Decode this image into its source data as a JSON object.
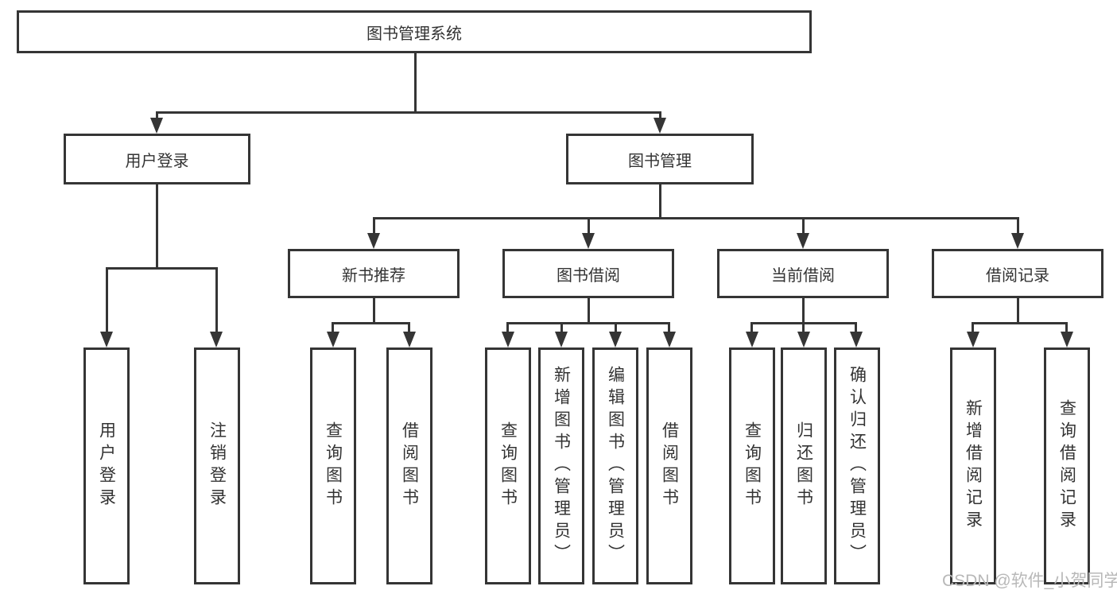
{
  "tree": {
    "root": {
      "label": "图书管理系统",
      "children": [
        {
          "label": "用户登录",
          "children": [
            {
              "label": "用户登录"
            },
            {
              "label": "注销登录"
            }
          ]
        },
        {
          "label": "图书管理",
          "children": [
            {
              "label": "新书推荐",
              "children": [
                {
                  "label": "查询图书"
                },
                {
                  "label": "借阅图书"
                }
              ]
            },
            {
              "label": "图书借阅",
              "children": [
                {
                  "label": "查询图书"
                },
                {
                  "label": "新增图书（管理员）"
                },
                {
                  "label": "编辑图书（管理员）"
                },
                {
                  "label": "借阅图书"
                }
              ]
            },
            {
              "label": "当前借阅",
              "children": [
                {
                  "label": "查询图书"
                },
                {
                  "label": "归还图书"
                },
                {
                  "label": "确认归还（管理员）"
                }
              ]
            },
            {
              "label": "借阅记录",
              "children": [
                {
                  "label": "新增借阅记录"
                },
                {
                  "label": "查询借阅记录"
                }
              ]
            }
          ]
        }
      ]
    }
  },
  "watermark": {
    "text": "CSDN @软件_小贺同学"
  },
  "colors": {
    "line": "#353535",
    "text": "#333333",
    "background": "#ffffff",
    "watermark": "#b8b8b8"
  }
}
